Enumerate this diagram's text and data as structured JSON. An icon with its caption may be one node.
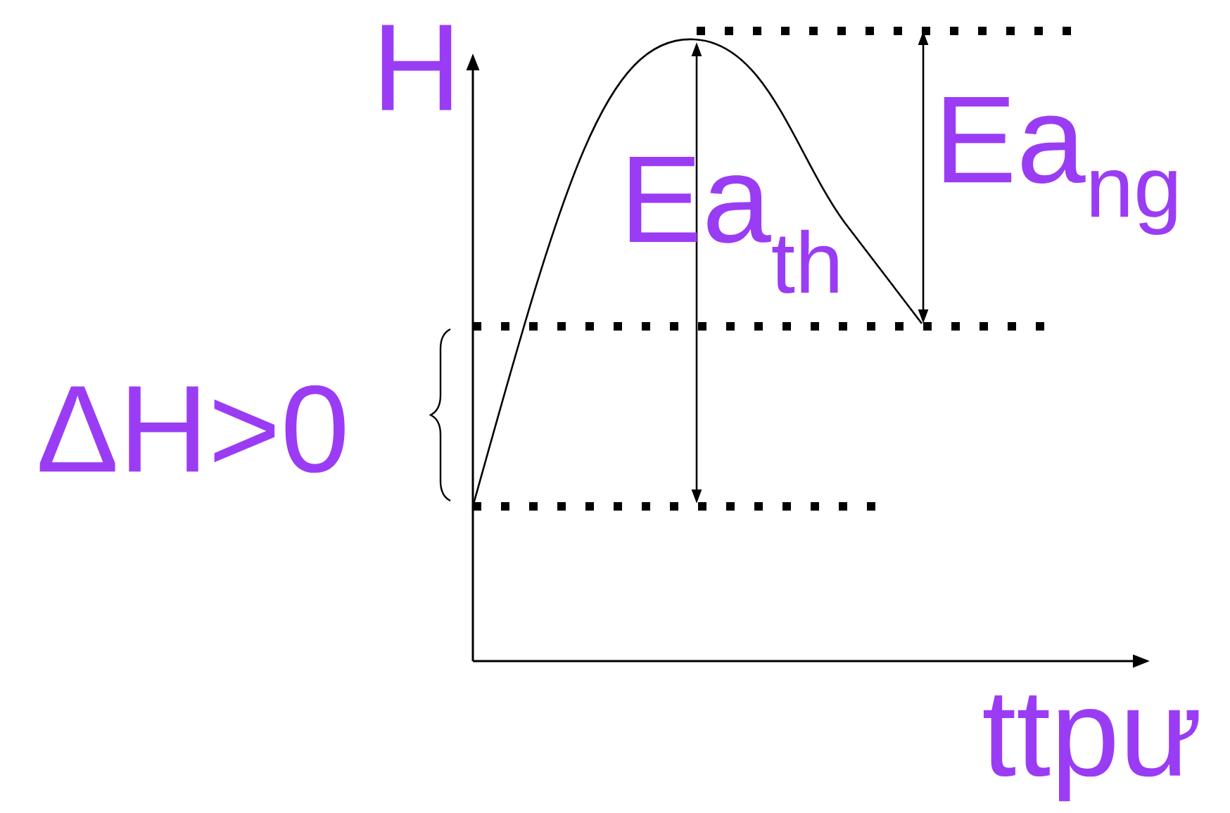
{
  "diagram": {
    "labels": [
      "H",
      "Ea$_{th}$",
      "Ea$_{ng}$",
      "ΔH>0",
      "ttpư"
    ]
  }
}
